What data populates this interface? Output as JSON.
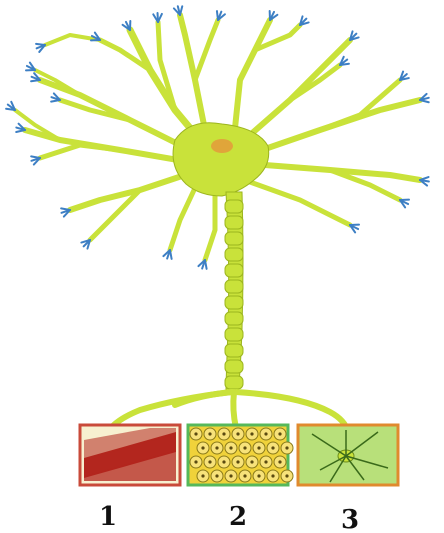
{
  "colors": {
    "neuron_fill": "#c9e23a",
    "neuron_stroke": "#9cb51e",
    "dendrite_tip": "#3d7fc4",
    "nucleus": "#e0a53a",
    "muscle_border": "#c94a3a",
    "muscle_fill": "#b3261e",
    "gland_border": "#56b85a",
    "gland_fill": "#f0d23a",
    "neuron_box_border": "#e08a2e",
    "neuron_box_fill": "#b8e07a"
  },
  "targets": [
    {
      "label": "1",
      "icon": "muscle-fiber-icon"
    },
    {
      "label": "2",
      "icon": "gland-cells-icon"
    },
    {
      "label": "3",
      "icon": "neuron-cell-icon"
    }
  ]
}
